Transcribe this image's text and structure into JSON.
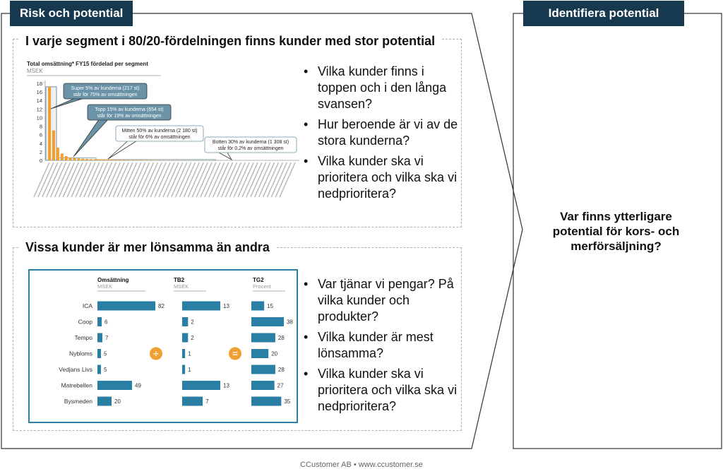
{
  "left_tag": "Risk och potential",
  "right_tag": "Identifiera potential",
  "section_a": {
    "heading": "I varje segment i 80/20-fördelningen finns kunder med stor potential",
    "bullets": [
      "Vilka kunder finns i toppen och i den långa svansen?",
      "Hur beroende är vi av de stora kunderna?",
      "Vilka kunder ska vi prioritera och vilka ska vi nedprioritera?"
    ]
  },
  "section_b": {
    "heading": "Vissa kunder är mer lönsamma än andra",
    "bullets": [
      "Var tjänar vi pengar? På vilka kunder och produkter?",
      "Vilka kunder är mest lönsamma?",
      "Vilka kunder ska vi prioritera och vilka ska vi nedprioritera?"
    ]
  },
  "right_text": "Var finns ytterligare potential för kors- och merförsäljning?",
  "footer": "CCustomer AB • www.ccustomer.se",
  "colors": {
    "navy": "#17394f",
    "bar_blue": "#2a7fa5",
    "orange": "#f0a030",
    "callout_blue": "#6a93a8"
  },
  "chart_data": [
    {
      "type": "bar",
      "title": "Total omsättning* FY15 fördelad per segment",
      "ylabel": "MSEK",
      "ylim": [
        0,
        18
      ],
      "yticks": [
        0,
        2,
        4,
        6,
        8,
        10,
        12,
        14,
        16,
        18
      ],
      "values": [
        17.2,
        7.0,
        3.0,
        1.6,
        1.0,
        0.7,
        0.55,
        0.45,
        0.4,
        0.35,
        0.3,
        0.28,
        0.26,
        0.24,
        0.22,
        0.2,
        0.19,
        0.18,
        0.17,
        0.16,
        0.15,
        0.14,
        0.13,
        0.12,
        0.11,
        0.1,
        0.1,
        0.09,
        0.09,
        0.08,
        0.08,
        0.07,
        0.07,
        0.06,
        0.06,
        0.06,
        0.05,
        0.05,
        0.05,
        0.04,
        0.04,
        0.04,
        0.03,
        0.03,
        0.03,
        0.03,
        0.02,
        0.02,
        0.02,
        0.02,
        0.02,
        0.01,
        0.01,
        0.01,
        0.01,
        0.01,
        0.01,
        0.01,
        0.01,
        0.01
      ],
      "callouts": [
        {
          "line1": "Super 5% av kunderna (217 st)",
          "line2": "står för 75% av omsättningen"
        },
        {
          "line1": "Topp 15% av kunderna (654 st)",
          "line2": "står för 19% av omsättningen"
        },
        {
          "line1": "Mitten 50% av kunderna (2 180 st)",
          "line2": "står för 6% av omsättningen"
        },
        {
          "line1": "Botten 30% av kunderna (1 308 st)",
          "line2": "står för 0,2% av omsättningen"
        }
      ]
    },
    {
      "type": "bar",
      "categories": [
        "ICA",
        "Coop",
        "Tempo",
        "Nybloms",
        "Vedjans Livs",
        "Matrebellen",
        "Bysmeden"
      ],
      "series": [
        {
          "name": "Omsättning",
          "unit": "MSEK",
          "values": [
            82,
            6,
            7,
            5,
            5,
            49,
            20
          ]
        },
        {
          "name": "TB2",
          "unit": "MSEK",
          "values": [
            13,
            2,
            2,
            1,
            1,
            13,
            7
          ]
        },
        {
          "name": "TG2",
          "unit": "Procent",
          "values": [
            15,
            38,
            28,
            20,
            28,
            27,
            35
          ]
        }
      ],
      "operators": [
        "÷",
        "="
      ]
    }
  ]
}
